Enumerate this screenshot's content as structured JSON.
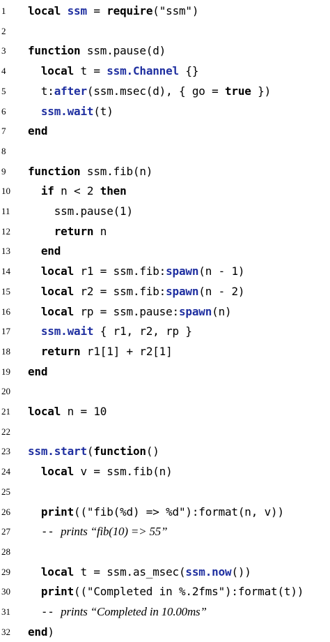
{
  "lines": [
    {
      "num": "1",
      "tokens": [
        {
          "t": "local",
          "c": "kw"
        },
        {
          "t": " "
        },
        {
          "t": "ssm",
          "c": "lib"
        },
        {
          "t": " = "
        },
        {
          "t": "require",
          "c": "kw"
        },
        {
          "t": "(\"ssm\")"
        }
      ]
    },
    {
      "num": "2",
      "tokens": []
    },
    {
      "num": "3",
      "tokens": [
        {
          "t": "function",
          "c": "kw"
        },
        {
          "t": " ssm.pause(d)"
        }
      ]
    },
    {
      "num": "4",
      "tokens": [
        {
          "t": "  "
        },
        {
          "t": "local",
          "c": "kw"
        },
        {
          "t": " t = "
        },
        {
          "t": "ssm.Channel",
          "c": "lib"
        },
        {
          "t": " {}"
        }
      ]
    },
    {
      "num": "5",
      "tokens": [
        {
          "t": "  t:"
        },
        {
          "t": "after",
          "c": "lib"
        },
        {
          "t": "(ssm.msec(d), { go = "
        },
        {
          "t": "true",
          "c": "kw"
        },
        {
          "t": " })"
        }
      ]
    },
    {
      "num": "6",
      "tokens": [
        {
          "t": "  "
        },
        {
          "t": "ssm.wait",
          "c": "lib"
        },
        {
          "t": "(t)"
        }
      ]
    },
    {
      "num": "7",
      "tokens": [
        {
          "t": "end",
          "c": "kw"
        }
      ]
    },
    {
      "num": "8",
      "tokens": []
    },
    {
      "num": "9",
      "tokens": [
        {
          "t": "function",
          "c": "kw"
        },
        {
          "t": " ssm.fib(n)"
        }
      ]
    },
    {
      "num": "10",
      "tokens": [
        {
          "t": "  "
        },
        {
          "t": "if",
          "c": "kw"
        },
        {
          "t": " n < 2 "
        },
        {
          "t": "then",
          "c": "kw"
        }
      ]
    },
    {
      "num": "11",
      "tokens": [
        {
          "t": "    ssm.pause(1)"
        }
      ]
    },
    {
      "num": "12",
      "tokens": [
        {
          "t": "    "
        },
        {
          "t": "return",
          "c": "kw"
        },
        {
          "t": " n"
        }
      ]
    },
    {
      "num": "13",
      "tokens": [
        {
          "t": "  "
        },
        {
          "t": "end",
          "c": "kw"
        }
      ]
    },
    {
      "num": "14",
      "tokens": [
        {
          "t": "  "
        },
        {
          "t": "local",
          "c": "kw"
        },
        {
          "t": " r1 = ssm.fib:"
        },
        {
          "t": "spawn",
          "c": "lib"
        },
        {
          "t": "(n - 1)"
        }
      ]
    },
    {
      "num": "15",
      "tokens": [
        {
          "t": "  "
        },
        {
          "t": "local",
          "c": "kw"
        },
        {
          "t": " r2 = ssm.fib:"
        },
        {
          "t": "spawn",
          "c": "lib"
        },
        {
          "t": "(n - 2)"
        }
      ]
    },
    {
      "num": "16",
      "tokens": [
        {
          "t": "  "
        },
        {
          "t": "local",
          "c": "kw"
        },
        {
          "t": " rp = ssm.pause:"
        },
        {
          "t": "spawn",
          "c": "lib"
        },
        {
          "t": "(n)"
        }
      ]
    },
    {
      "num": "17",
      "tokens": [
        {
          "t": "  "
        },
        {
          "t": "ssm.wait",
          "c": "lib"
        },
        {
          "t": " { r1, r2, rp }"
        }
      ]
    },
    {
      "num": "18",
      "tokens": [
        {
          "t": "  "
        },
        {
          "t": "return",
          "c": "kw"
        },
        {
          "t": " r1[1] + r2[1]"
        }
      ]
    },
    {
      "num": "19",
      "tokens": [
        {
          "t": "end",
          "c": "kw"
        }
      ]
    },
    {
      "num": "20",
      "tokens": []
    },
    {
      "num": "21",
      "tokens": [
        {
          "t": "local",
          "c": "kw"
        },
        {
          "t": " n = 10"
        }
      ]
    },
    {
      "num": "22",
      "tokens": []
    },
    {
      "num": "23",
      "tokens": [
        {
          "t": "ssm.start",
          "c": "lib"
        },
        {
          "t": "("
        },
        {
          "t": "function",
          "c": "kw"
        },
        {
          "t": "()"
        }
      ]
    },
    {
      "num": "24",
      "tokens": [
        {
          "t": "  "
        },
        {
          "t": "local",
          "c": "kw"
        },
        {
          "t": " v = ssm.fib(n)"
        }
      ]
    },
    {
      "num": "25",
      "tokens": []
    },
    {
      "num": "26",
      "tokens": [
        {
          "t": "  "
        },
        {
          "t": "print",
          "c": "kw"
        },
        {
          "t": "((\"fib(%d) => %d\"):format(n, v))"
        }
      ]
    },
    {
      "num": "27",
      "tokens": [
        {
          "t": "  -- "
        },
        {
          "t": "prints “fib(10) => 55”",
          "c": "cm"
        }
      ]
    },
    {
      "num": "28",
      "tokens": []
    },
    {
      "num": "29",
      "tokens": [
        {
          "t": "  "
        },
        {
          "t": "local",
          "c": "kw"
        },
        {
          "t": " t = ssm.as_msec("
        },
        {
          "t": "ssm.now",
          "c": "lib"
        },
        {
          "t": "())"
        }
      ]
    },
    {
      "num": "30",
      "tokens": [
        {
          "t": "  "
        },
        {
          "t": "print",
          "c": "kw"
        },
        {
          "t": "((\"Completed in %.2fms\"):format(t))"
        }
      ]
    },
    {
      "num": "31",
      "tokens": [
        {
          "t": "  -- "
        },
        {
          "t": "prints “Completed in 10.00ms”",
          "c": "cm"
        }
      ]
    },
    {
      "num": "32",
      "tokens": [
        {
          "t": "end",
          "c": "kw"
        },
        {
          "t": ")"
        }
      ]
    }
  ]
}
